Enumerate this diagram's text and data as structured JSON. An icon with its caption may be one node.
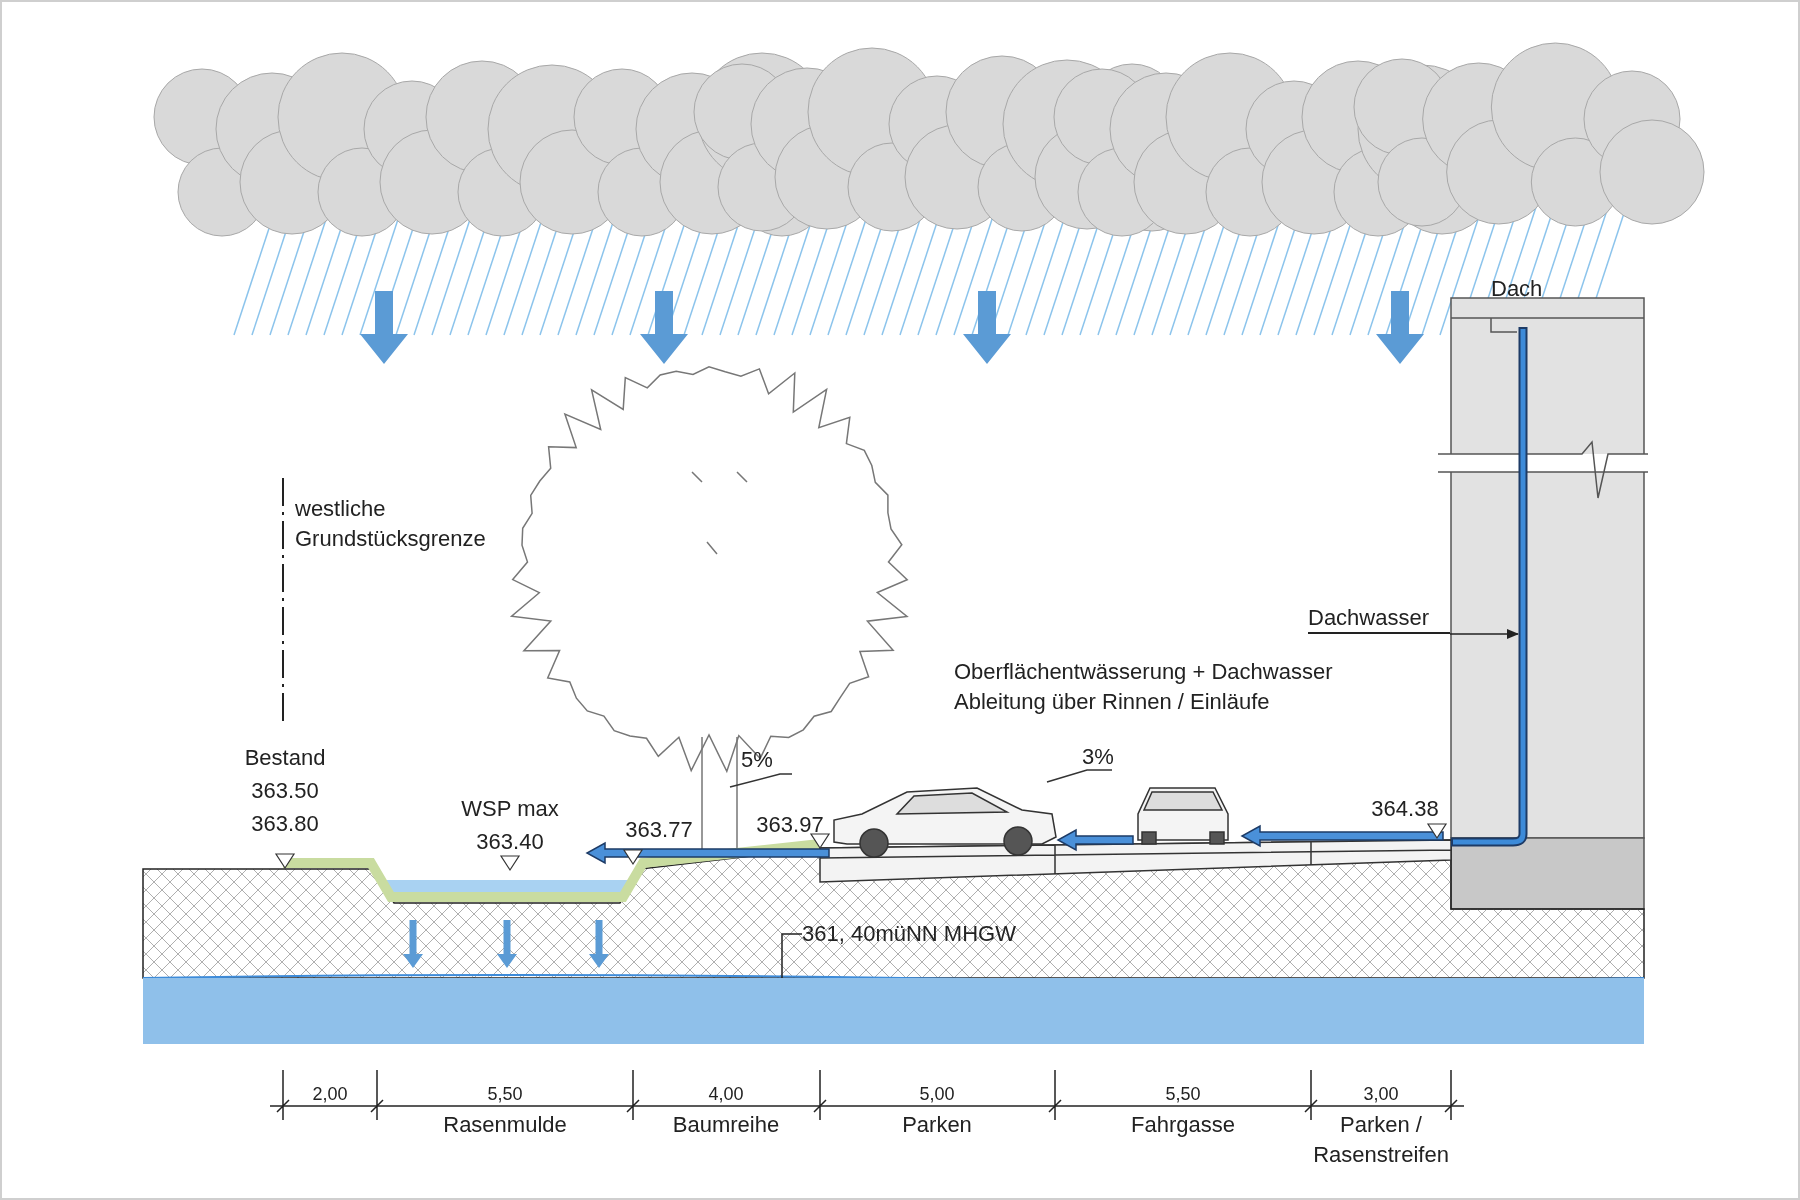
{
  "diagram": {
    "nodes": [
      {
        "text": [
          "Dachwasser"
        ]
      },
      {
        "text": [],
        "shape": "pipe"
      },
      {
        "text": [
          "361, 40müNN MHGW"
        ]
      },
      {
        "text": [],
        "shape": "band"
      }
    ],
    "edges": [
      {
        "from": 0,
        "to": 1,
        "arrow": "to"
      },
      {
        "from": 2,
        "to": 3,
        "arrow": "none"
      }
    ],
    "labels": [
      "westliche Grundstücksgrenze",
      "Bestand",
      "363.50",
      "363.80",
      "WSP max",
      "363.40",
      "363.77",
      "363.97",
      "5%",
      "3%",
      "Oberflächentwässerung + Dachwasser Ableitung über Rinnen / Einläufe",
      "364.38",
      "Dach",
      "2,00",
      "5,50",
      "4,00",
      "5,00",
      "5,50",
      "3,00",
      "Rasenmulde",
      "Baumreihe",
      "Parken",
      "Fahrgasse",
      "Parken / Rasenstreifen"
    ]
  }
}
